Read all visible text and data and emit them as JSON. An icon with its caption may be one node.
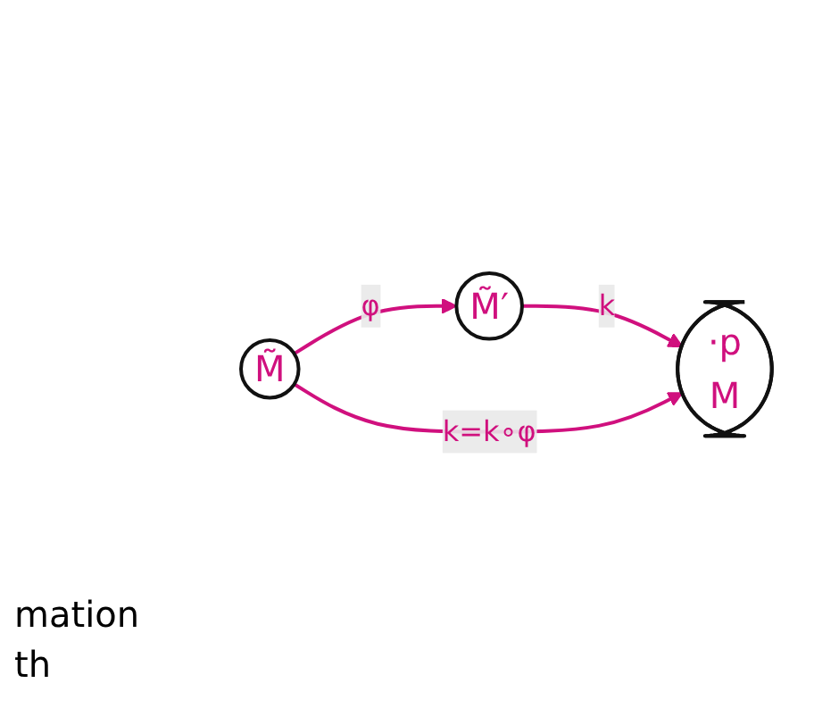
{
  "diagram": {
    "nodes": [
      {
        "text": [
          "M̃"
        ]
      },
      {
        "text": [
          "M̃′"
        ]
      },
      {
        "text": [
          "·p",
          "M"
        ]
      }
    ],
    "edges": [
      {
        "from": 0,
        "to": 1,
        "arrow": "to",
        "label": "φ"
      },
      {
        "from": 1,
        "to": 2,
        "arrow": "to",
        "label": "k"
      },
      {
        "from": 0,
        "to": 2,
        "arrow": "to",
        "label": "k=k∘φ"
      }
    ],
    "labels": [
      "mation",
      "th"
    ]
  }
}
